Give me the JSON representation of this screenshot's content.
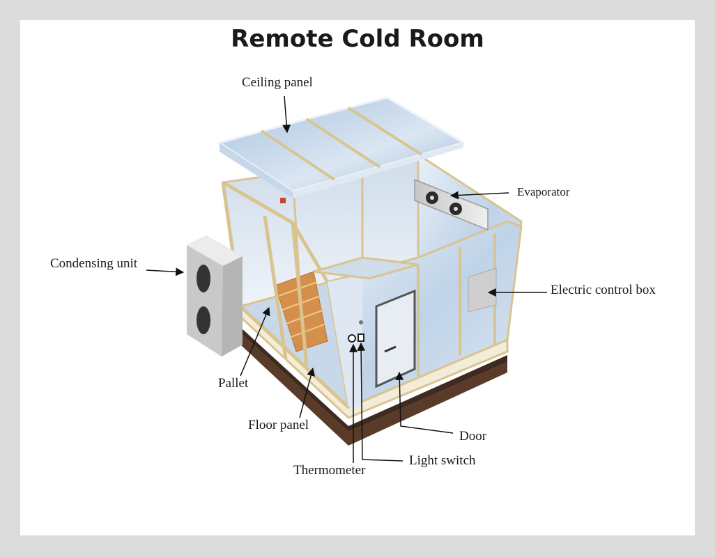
{
  "title": "Remote Cold Room",
  "labels": {
    "ceiling_panel": "Ceiling panel",
    "evaporator": "Evaporator",
    "condensing_unit": "Condensing unit",
    "electric_control_box": "Electric control box",
    "pallet": "Pallet",
    "floor_panel": "Floor panel",
    "door": "Door",
    "light_switch": "Light switch",
    "thermometer": "Thermometer"
  },
  "colors": {
    "page_border": "#dcdcdc",
    "panel_blue": "#bcd3ea",
    "panel_frame": "#d9c48f",
    "wood": "#d4904a",
    "pallet_dark": "#5a3a28",
    "unit_grey": "#d8d8d8"
  }
}
